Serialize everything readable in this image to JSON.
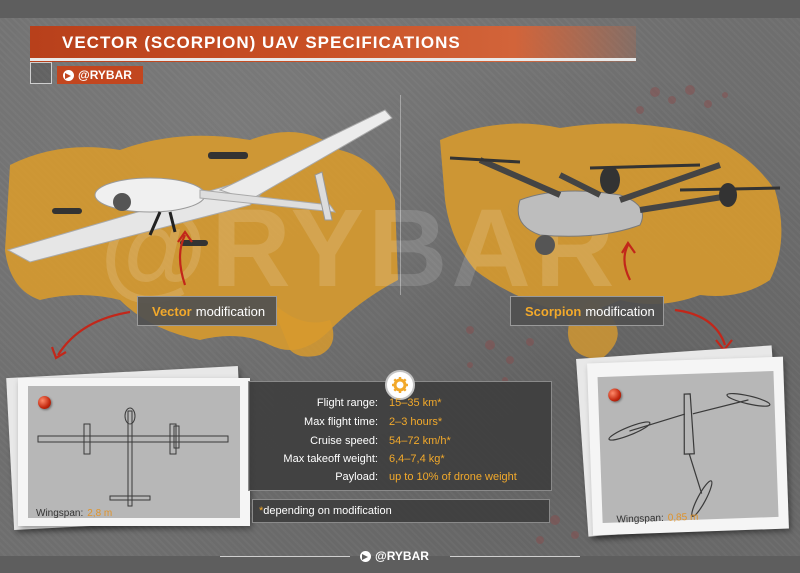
{
  "header": {
    "title": "VECTOR (SCORPION) UAV SPECIFICATIONS",
    "channel": "@RYBAR"
  },
  "watermark": "@RYBAR",
  "modifications": {
    "vector": {
      "accent": "Vector",
      "rest": "modification"
    },
    "scorpion": {
      "accent": "Scorpion",
      "rest": "modification"
    }
  },
  "specs": [
    {
      "label": "Flight range:",
      "value": "15–35 km*"
    },
    {
      "label": "Max flight time:",
      "value": "2–3 hours*"
    },
    {
      "label": "Cruise speed:",
      "value": "54–72 km/h*"
    },
    {
      "label": "Max takeoff weight:",
      "value": "6,4–7,4 kg*"
    },
    {
      "label": "Payload:",
      "value": "up to 10% of drone weight"
    }
  ],
  "note": {
    "star": "*",
    "text": "depending on modification"
  },
  "cards": {
    "vector": {
      "wingspan_label": "Wingspan:",
      "wingspan_value": "2,8 m"
    },
    "scorpion": {
      "wingspan_label": "Wingspan:",
      "wingspan_value": "0,85 m"
    }
  },
  "footer": {
    "brand": "@RYBAR"
  },
  "icons": [
    "telegram-icon",
    "gear-icon",
    "pin-icon"
  ],
  "colors": {
    "title_bar": "#c84f24",
    "accent": "#f2a92b",
    "splash": "#d79a2e",
    "background": "#6e6e6e"
  }
}
